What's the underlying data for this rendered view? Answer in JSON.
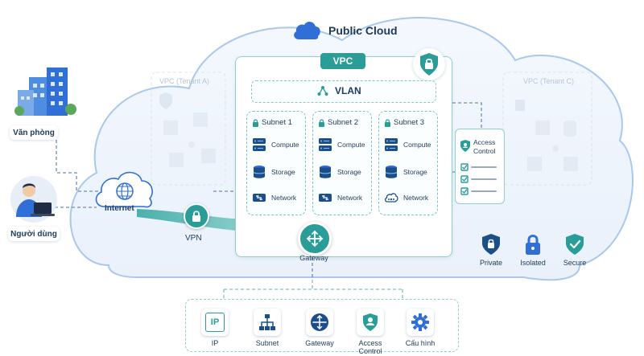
{
  "cloud": {
    "title": "Public Cloud"
  },
  "tenants": {
    "a": "VPC (Tenant A)",
    "c": "VPC (Tenant C)"
  },
  "vpc": {
    "title": "VPC",
    "vlan": "VLAN"
  },
  "subnets": [
    {
      "title": "Subnet 1",
      "items": [
        "Compute",
        "Storage",
        "Network"
      ]
    },
    {
      "title": "Subnet 2",
      "items": [
        "Compute",
        "Storage",
        "Network"
      ]
    },
    {
      "title": "Subnet 3",
      "items": [
        "Compute",
        "Storage",
        "Network"
      ]
    }
  ],
  "access_control": {
    "label": "Access Control"
  },
  "gateway": {
    "label": "Gateway"
  },
  "left": {
    "office": "Văn phòng",
    "user": "Người dùng",
    "internet": "Internet",
    "vpn": "VPN"
  },
  "features": [
    "Private",
    "Isolated",
    "Secure"
  ],
  "toolbar": [
    "IP",
    "Subnet",
    "Gateway",
    "Access Control",
    "Cấu hình"
  ],
  "ip_icon_text": "IP",
  "colors": {
    "teal": "#2a9d99",
    "navy": "#1c4f8a",
    "blue": "#2f6fd6",
    "cloud_border": "#a9c8ec"
  }
}
